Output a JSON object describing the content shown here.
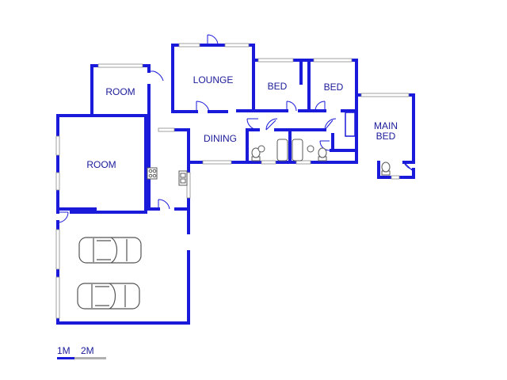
{
  "rooms": {
    "room_upper": "ROOM",
    "lounge": "LOUNGE",
    "bed_1": "BED",
    "bed_2": "BED",
    "main_bed_line1": "MAIN",
    "main_bed_line2": "BED",
    "room_left": "ROOM",
    "dining": "DINING"
  },
  "scale_bar": {
    "label_1m": "1M",
    "label_2m": "2M",
    "color_primary": "#1a1adb",
    "color_secondary": "#b0b0b0"
  },
  "colors": {
    "wall": "#1a1adb",
    "label": "#1a1a9a",
    "background": "#ffffff"
  }
}
